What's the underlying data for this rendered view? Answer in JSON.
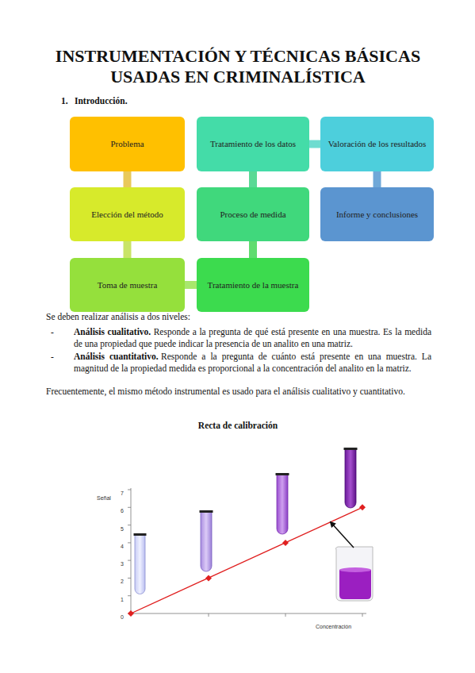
{
  "diagram": {
    "title": "INSTRUMENTACIÓN Y TÉCNICAS BÁSICAS USADAS EN CRIMINALÍSTICA",
    "nodes": [
      {
        "text": [
          "Problema"
        ]
      },
      {
        "text": [
          "Elección del método"
        ]
      },
      {
        "text": [
          "Toma de muestra"
        ]
      },
      {
        "text": [
          "Tratamiento de la muestra"
        ]
      },
      {
        "text": [
          "Proceso de medida"
        ]
      },
      {
        "text": [
          "Tratamiento de los datos"
        ]
      },
      {
        "text": [
          "Valoración de los resultados"
        ]
      },
      {
        "text": [
          "Informe y conclusiones"
        ]
      }
    ],
    "edges": [
      {
        "from": 0,
        "to": 1,
        "arrow": "none"
      },
      {
        "from": 1,
        "to": 2,
        "arrow": "none"
      },
      {
        "from": 2,
        "to": 3,
        "arrow": "none"
      },
      {
        "from": 3,
        "to": 4,
        "arrow": "none"
      },
      {
        "from": 4,
        "to": 5,
        "arrow": "none"
      },
      {
        "from": 5,
        "to": 6,
        "arrow": "none"
      },
      {
        "from": 6,
        "to": 7,
        "arrow": "none"
      }
    ],
    "labels": [
      "1.",
      "Introducción.",
      "Se deben realizar análisis a dos niveles:",
      "-",
      "Análisis cualitativo.",
      "Responde a la pregunta de qué está presente en una muestra. Es la medida de una propiedad que puede indicar la presencia de un analito en una matriz.",
      "-",
      "Análisis cuantitativo.",
      "Responde a la pregunta de cuánto está presente en una muestra. La magnitud de la propiedad medida es proporcional a la concentración del analito en la matriz.",
      "Frecuentemente, el mismo método instrumental es usado para el análisis cualitativo y cuantitativo.",
      "Recta de calibración",
      "Señal",
      "0",
      "1",
      "2",
      "3",
      "4",
      "5",
      "6",
      "7",
      "Concentración"
    ]
  }
}
